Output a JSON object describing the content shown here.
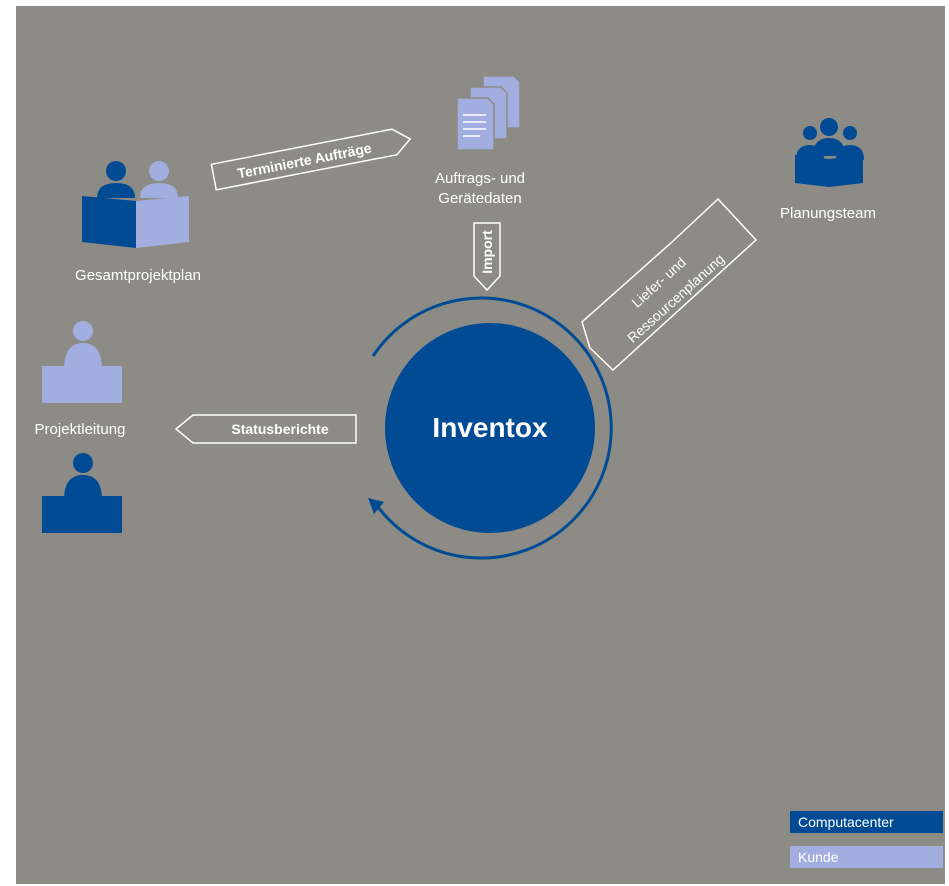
{
  "center": {
    "label": "Inventox"
  },
  "nodes": {
    "gesamtprojektplan": "Gesamtprojektplan",
    "auftragsdaten_line1": "Auftrags- und",
    "auftragsdaten_line2": "Gerätedaten",
    "planungsteam": "Planungsteam",
    "projektleitung": "Projektleitung"
  },
  "flows": {
    "terminierte_auftraege": "Terminierte Aufträge",
    "import": "Import",
    "liefer_line1": "Liefer- und",
    "liefer_line2": "Ressourcenplanung",
    "statusberichte": "Statusberichte"
  },
  "legend": [
    {
      "label": "Computacenter",
      "color": "#004b93"
    },
    {
      "label": "Kunde",
      "color": "#a3aee0"
    }
  ],
  "colors": {
    "background": "#8c8b86",
    "computacenter_blue": "#004b93",
    "kunde_light": "#a3aee0",
    "white": "#ffffff"
  }
}
